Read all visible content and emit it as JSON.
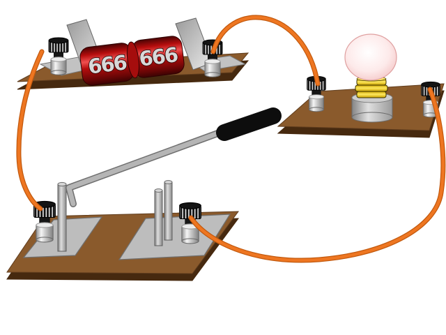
{
  "image": {
    "kind": "illustration",
    "alt": "Simple electric circuit: a two-cell battery pack on a wooden base, an open knife switch with a black handle, and a light bulb in a socket, all joined by orange wires between binding posts"
  },
  "battery": {
    "cells": [
      {
        "label": "666"
      },
      {
        "label": "666"
      }
    ]
  },
  "components": [
    "battery-pack",
    "light-bulb",
    "knife-switch",
    "binding-post",
    "wire"
  ],
  "colors": {
    "background": "#ffffff",
    "wire": "#ee7621",
    "wire_outline": "#c2590e",
    "board_top": "#8a5a2c",
    "board_side": "#46290f",
    "board_outline": "#5f3c1d",
    "plate": "#bdbdbd",
    "plate_outline": "#6f6f6f",
    "battery_dark": "#4a0404",
    "battery_red": "#b40d0d",
    "battery_highlight": "#f05050",
    "battery_label_fill": "#d8d8d8",
    "battery_label_outline": "#2a0303",
    "bulb_glow_center": "#ffffff",
    "bulb_glow_edge": "#eeb6b6",
    "bulb_outline": "#dfa0a0",
    "bulb_base_yellow": "#ffe95e",
    "bulb_base_yellow_dark": "#caa100",
    "handle_black": "#0d0d0d",
    "post_cap": "#141414"
  }
}
